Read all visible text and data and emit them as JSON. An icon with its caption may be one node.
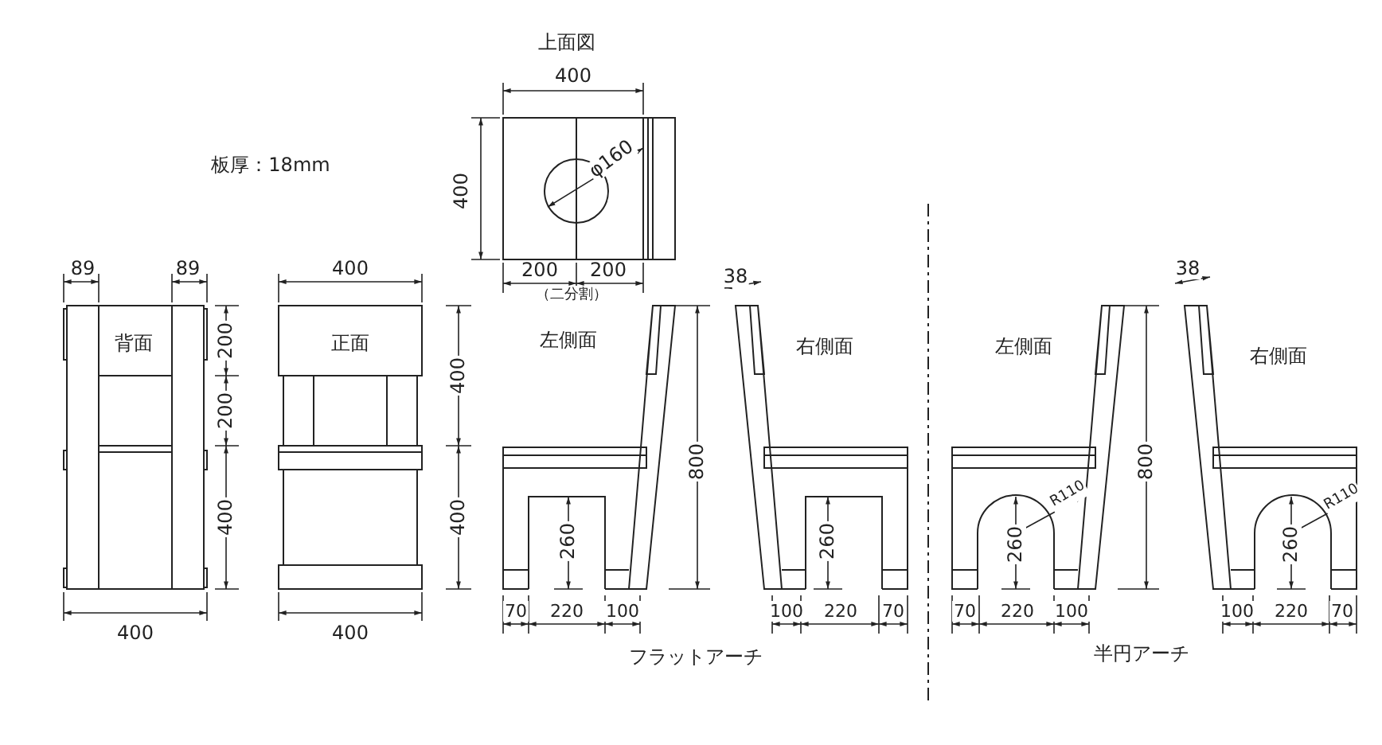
{
  "diagram": {
    "labels": [
      "上面図",
      "400",
      "板厚：18mm",
      "400",
      "φ160",
      "200",
      "200",
      "（二分割）",
      "89",
      "89",
      "400",
      "38",
      "38",
      "背面",
      "正面",
      "左側面",
      "右側面",
      "左側面",
      "右側面",
      "200",
      "400",
      "800",
      "800",
      "200",
      "400",
      "400",
      "260",
      "260",
      "R110",
      "260",
      "R110",
      "260",
      "400",
      "400",
      "70",
      "220",
      "100",
      "100",
      "220",
      "70",
      "70",
      "220",
      "100",
      "100",
      "220",
      "70",
      "フラットアーチ",
      "半円アーチ"
    ]
  }
}
